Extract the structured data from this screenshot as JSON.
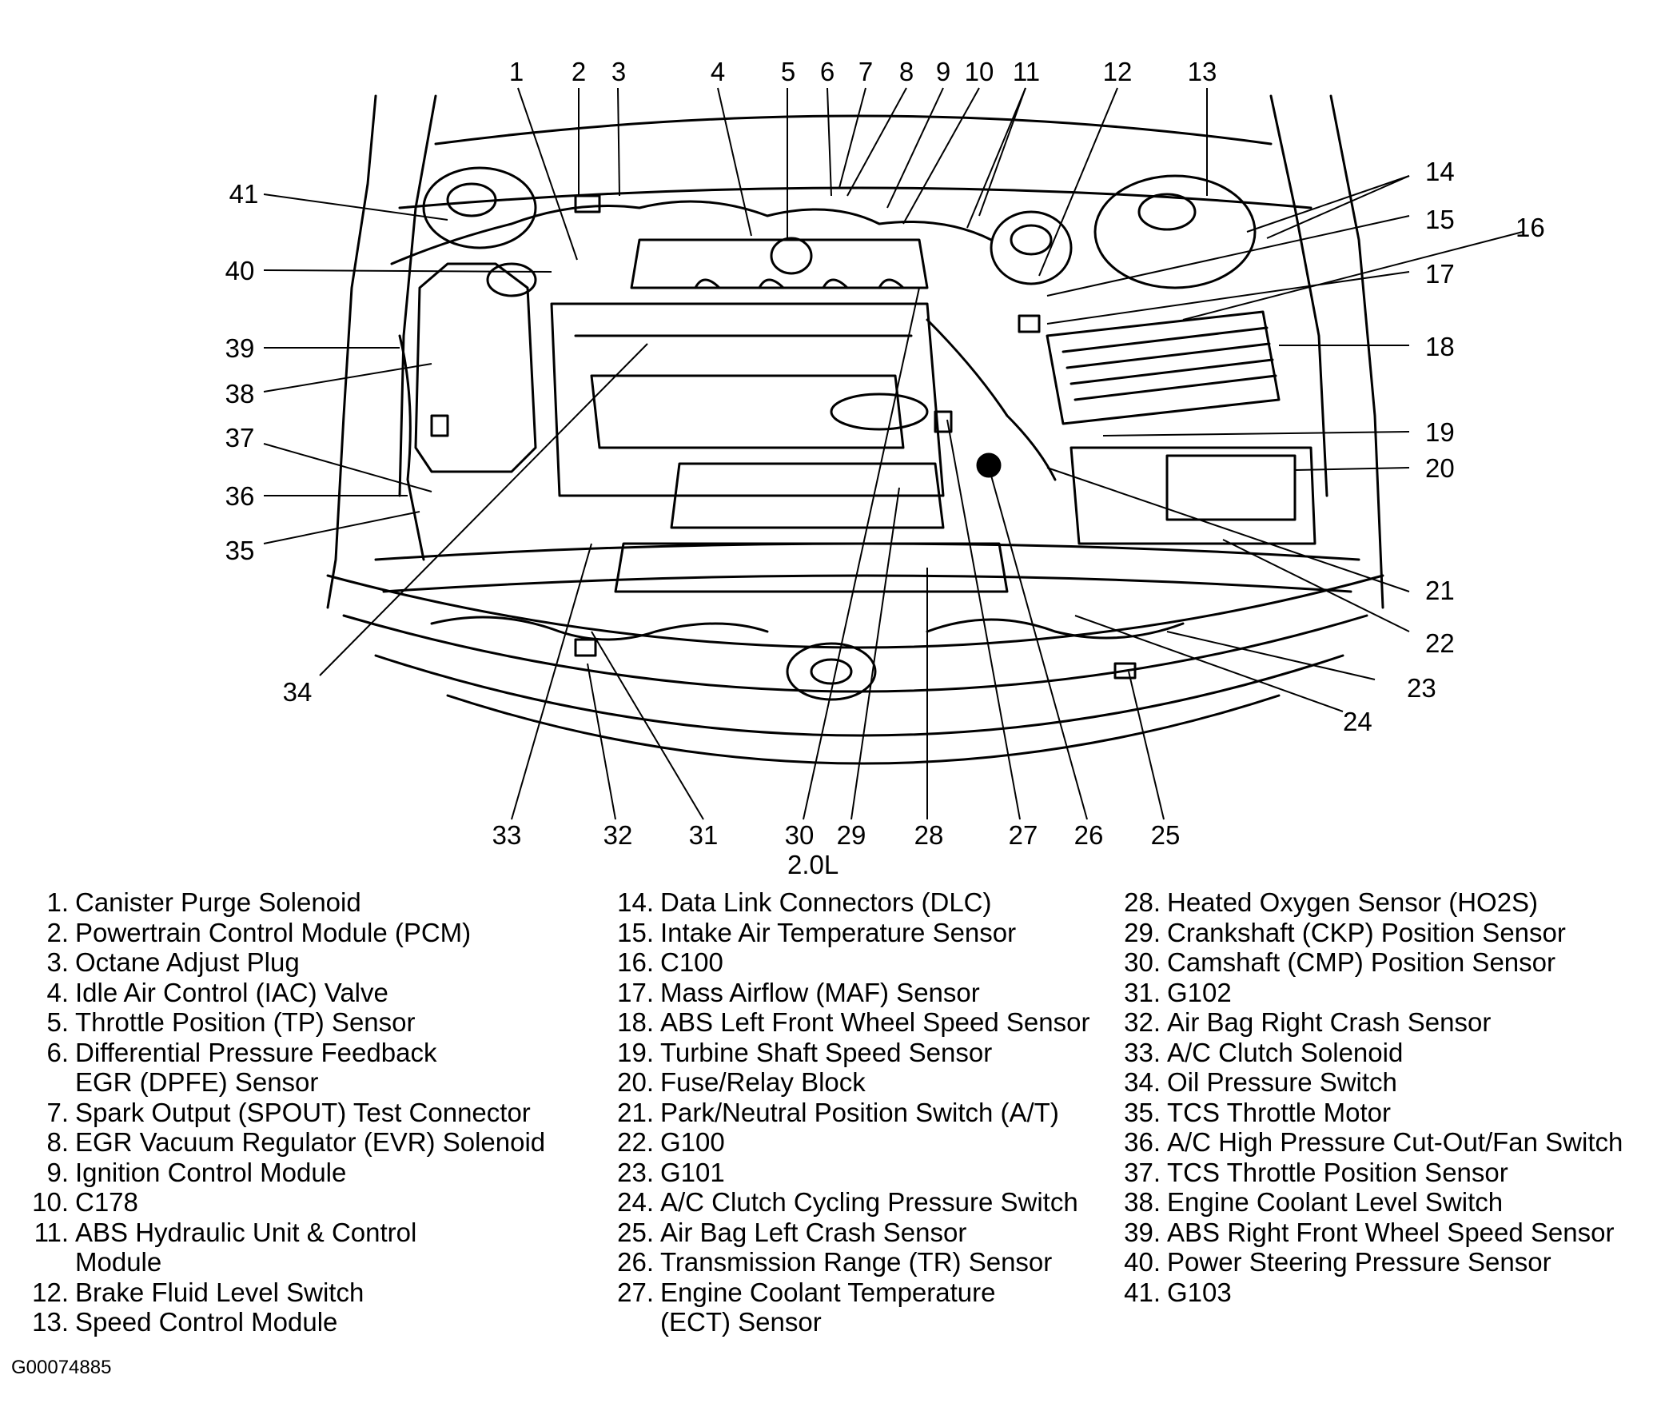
{
  "engine_label": "2.0L",
  "figure_id": "G00074885",
  "callouts": [
    "1",
    "2",
    "3",
    "4",
    "5",
    "6",
    "7",
    "8",
    "9",
    "10",
    "11",
    "12",
    "13",
    "14",
    "15",
    "16",
    "17",
    "18",
    "19",
    "20",
    "21",
    "22",
    "23",
    "24",
    "25",
    "26",
    "27",
    "28",
    "29",
    "30",
    "31",
    "32",
    "33",
    "34",
    "35",
    "36",
    "37",
    "38",
    "39",
    "40",
    "41"
  ],
  "legend": {
    "col1": [
      {
        "num": "1.",
        "text": "Canister Purge Solenoid"
      },
      {
        "num": "2.",
        "text": "Powertrain Control Module (PCM)"
      },
      {
        "num": "3.",
        "text": "Octane Adjust Plug"
      },
      {
        "num": "4.",
        "text": "Idle Air Control (IAC) Valve"
      },
      {
        "num": "5.",
        "text": "Throttle Position (TP) Sensor"
      },
      {
        "num": "6.",
        "text": "Differential Pressure Feedback",
        "cont": "EGR (DPFE) Sensor"
      },
      {
        "num": "7.",
        "text": "Spark Output (SPOUT) Test Connector"
      },
      {
        "num": "8.",
        "text": "EGR Vacuum Regulator (EVR) Solenoid"
      },
      {
        "num": "9.",
        "text": "Ignition Control Module"
      },
      {
        "num": "10.",
        "text": "C178"
      },
      {
        "num": "11.",
        "text": "ABS Hydraulic Unit & Control",
        "cont": "Module"
      },
      {
        "num": "12.",
        "text": "Brake Fluid Level Switch"
      },
      {
        "num": "13.",
        "text": "Speed Control Module"
      }
    ],
    "col2": [
      {
        "num": "14.",
        "text": "Data Link Connectors (DLC)"
      },
      {
        "num": "15.",
        "text": "Intake Air Temperature Sensor"
      },
      {
        "num": "16.",
        "text": "C100"
      },
      {
        "num": "17.",
        "text": "Mass Airflow (MAF) Sensor"
      },
      {
        "num": "18.",
        "text": "ABS Left Front Wheel Speed Sensor"
      },
      {
        "num": "19.",
        "text": "Turbine Shaft Speed Sensor"
      },
      {
        "num": "20.",
        "text": "Fuse/Relay Block"
      },
      {
        "num": "21.",
        "text": "Park/Neutral Position Switch (A/T)"
      },
      {
        "num": "22.",
        "text": "G100"
      },
      {
        "num": "23.",
        "text": "G101"
      },
      {
        "num": "24.",
        "text": "A/C Clutch Cycling Pressure Switch"
      },
      {
        "num": "25.",
        "text": "Air Bag Left Crash Sensor"
      },
      {
        "num": "26.",
        "text": "Transmission Range (TR) Sensor"
      },
      {
        "num": "27.",
        "text": "Engine Coolant Temperature",
        "cont": "(ECT) Sensor"
      }
    ],
    "col3": [
      {
        "num": "28.",
        "text": "Heated Oxygen Sensor (HO2S)"
      },
      {
        "num": "29.",
        "text": "Crankshaft (CKP) Position Sensor"
      },
      {
        "num": "30.",
        "text": "Camshaft (CMP) Position Sensor"
      },
      {
        "num": "31.",
        "text": "G102"
      },
      {
        "num": "32.",
        "text": "Air Bag Right Crash Sensor"
      },
      {
        "num": "33.",
        "text": "A/C Clutch Solenoid"
      },
      {
        "num": "34.",
        "text": "Oil Pressure Switch"
      },
      {
        "num": "35.",
        "text": "TCS Throttle Motor"
      },
      {
        "num": "36.",
        "text": "A/C High Pressure Cut-Out/Fan Switch"
      },
      {
        "num": "37.",
        "text": "TCS Throttle Position Sensor"
      },
      {
        "num": "38.",
        "text": "Engine Coolant Level Switch"
      },
      {
        "num": "39.",
        "text": "ABS Right Front Wheel Speed Sensor"
      },
      {
        "num": "40.",
        "text": "Power Steering Pressure Sensor"
      },
      {
        "num": "41.",
        "text": "G103"
      }
    ]
  }
}
